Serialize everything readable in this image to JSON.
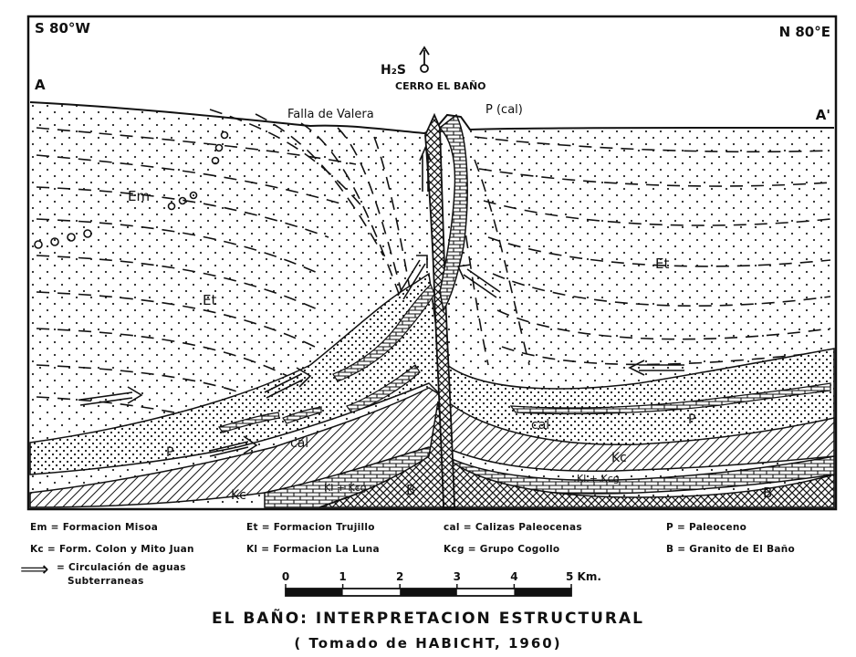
{
  "diagram": {
    "corner_left": "S 80°W",
    "corner_right": "N 80°E",
    "end_left": "A",
    "end_right": "A'",
    "gas": "H₂S",
    "peak": "CERRO EL BAÑO",
    "fault": "Falla de Valera",
    "p_cal": "P (cal)",
    "units": {
      "em": "Em",
      "et_left": "Et",
      "et_right": "Et",
      "p_left": "P",
      "p_right": "P",
      "cal_left": "cal",
      "cal_right": "cal",
      "kc_left": "Kc",
      "kc_right": "Kc",
      "kl_left": "Kl + Kcg",
      "kl_right": "Kl + Kcg",
      "b_center": "B",
      "b_right": "B"
    }
  },
  "legend": {
    "em": "Em = Formacion Misoa",
    "et": "Et = Formacion Trujillo",
    "cal": "cal = Calizas Paleocenas",
    "p": "P = Paleoceno",
    "kc": "Kc = Form. Colon y Mito Juan",
    "kl": "Kl = Formacion La Luna",
    "kcg": "Kcg = Grupo Cogollo",
    "b": "B = Granito de El Baño",
    "arrow_symbol": "⟹",
    "flow_line1": "= Circulación de aguas",
    "flow_line2": "Subterraneas"
  },
  "scale": {
    "ticks": [
      "0",
      "1",
      "2",
      "3",
      "4",
      "5 Km."
    ]
  },
  "caption": {
    "title": "EL BAÑO: INTERPRETACION ESTRUCTURAL",
    "source": "( Tomado de HABICHT, 1960)"
  }
}
